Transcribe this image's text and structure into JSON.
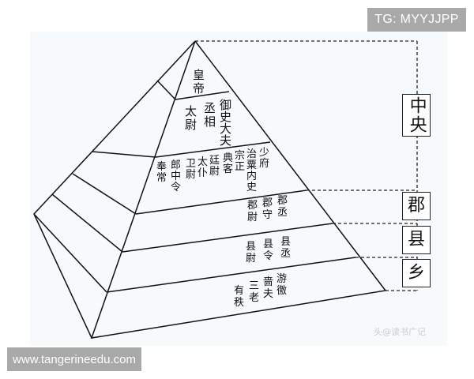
{
  "watermark_top": "TG: MYYJJPP",
  "watermark_bottom": "www.tangerineedu.com",
  "credit": "头@读书广记",
  "pyramid": {
    "levels": [
      {
        "id": "emperor",
        "columns": [
          "皇帝"
        ]
      },
      {
        "id": "three-excellencies",
        "columns": [
          "太尉",
          "丞相",
          "御史大夫"
        ]
      },
      {
        "id": "nine-ministers",
        "columns": [
          "奉常",
          "郎中令",
          "卫尉",
          "太仆",
          "廷尉",
          "典客",
          "宗正",
          "治粟内史",
          "少府"
        ]
      },
      {
        "id": "commandery",
        "columns": [
          "郡尉",
          "郡守",
          "郡丞"
        ]
      },
      {
        "id": "county",
        "columns": [
          "县尉",
          "县令",
          "县丞"
        ]
      },
      {
        "id": "township",
        "columns": [
          "有秩",
          "三老",
          "啬夫",
          "游徼"
        ]
      }
    ]
  },
  "side_labels": {
    "central": "中央",
    "commandery": "郡",
    "county": "县",
    "township": "乡"
  },
  "colors": {
    "line": "#111111",
    "badge_bg": "#a9a9a9",
    "badge_text": "#ffffff"
  }
}
